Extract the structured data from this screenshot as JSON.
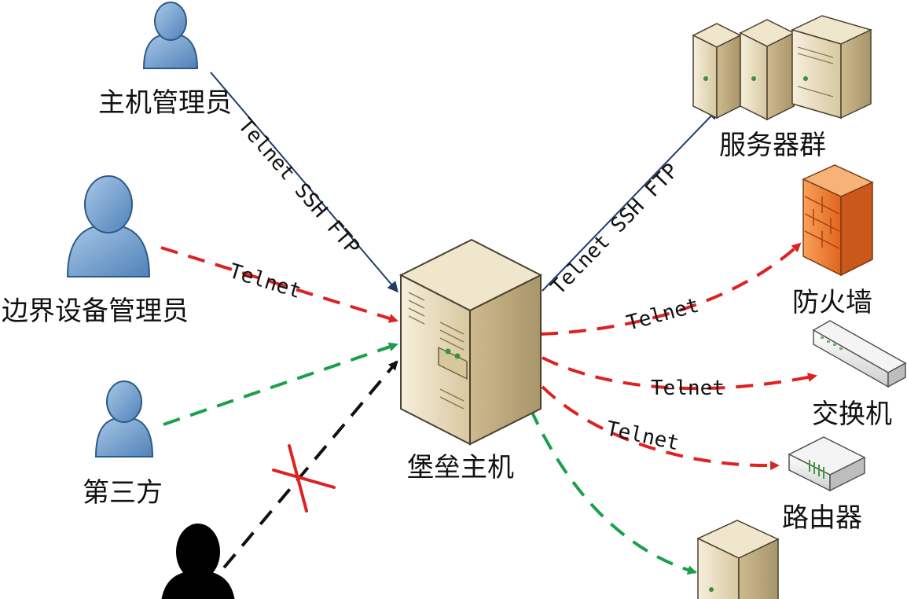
{
  "nodes": {
    "host_admin": "主机管理员",
    "border_admin": "边界设备管理员",
    "third_party": "第三方",
    "bastion": "堡垒主机",
    "server_group": "服务器群",
    "firewall": "防火墙",
    "switch": "交换机",
    "router": "路由器"
  },
  "edges": {
    "host_admin_to_bastion": "Telnet SSH FTP",
    "border_admin_to_bastion": "Telnet",
    "bastion_to_servers": "Telnet SSH FTP",
    "bastion_to_firewall": "Telnet",
    "bastion_to_switch": "Telnet",
    "bastion_to_router": "Telnet"
  },
  "colors": {
    "red_link": "#dd2222",
    "green_link": "#1aa04a",
    "black_link": "#111111",
    "blue_arrow": "#1f3d6b",
    "person_blue": "#7ba7d4",
    "attacker": "#000000",
    "server_beige": "#e8dcc0",
    "firewall_orange": "#f07a2a"
  },
  "icons": {
    "person": "person-icon",
    "attacker": "attacker-icon",
    "server": "server-icon",
    "firewall": "firewall-icon",
    "switch": "switch-icon",
    "router": "router-icon",
    "blocked": "blocked-cross-icon"
  }
}
